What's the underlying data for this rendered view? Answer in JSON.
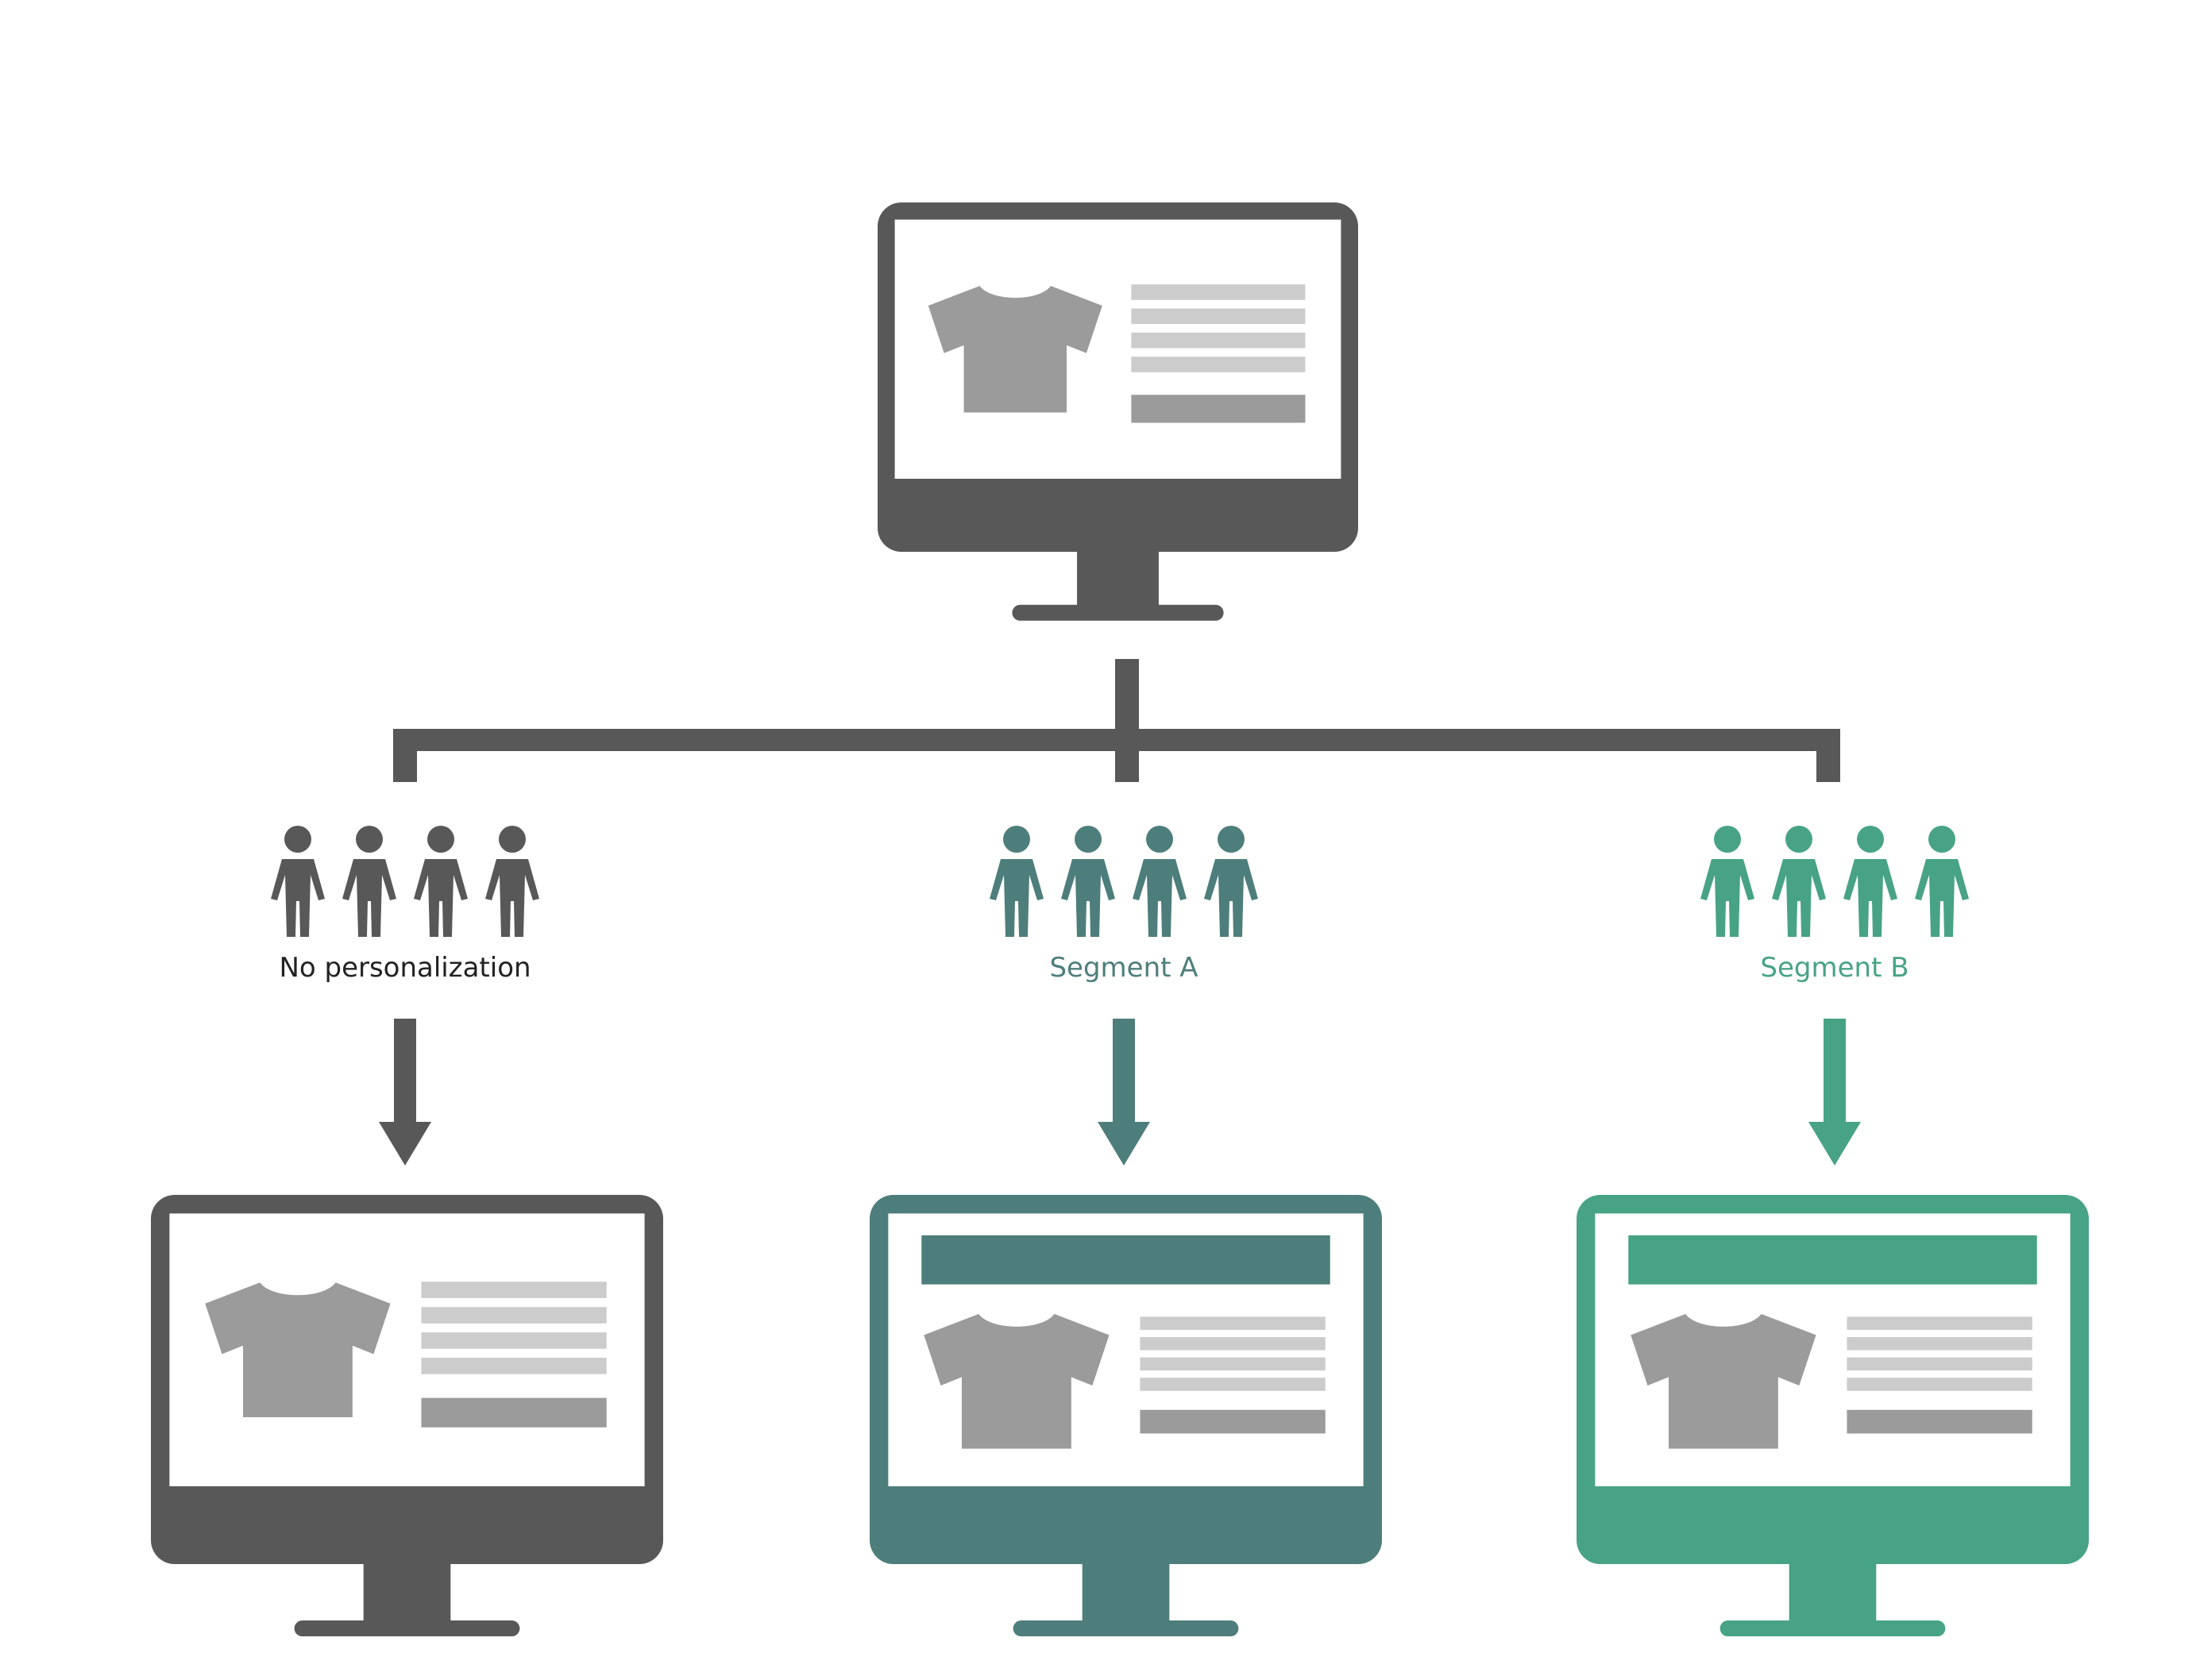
{
  "colors": {
    "dark": "#585858",
    "teal": "#4e7e7b",
    "green": "#48a386",
    "shirt": "#9b9b9b",
    "text_line": "#cccccc",
    "button": "#9b9b9b",
    "label_dark": "#222222"
  },
  "source": {
    "icon": "desktop-monitor-icon",
    "content_icon": "tshirt-icon",
    "color": "dark",
    "banner": false
  },
  "branches": [
    {
      "label": "No personalization",
      "color": "dark",
      "label_color": "label_dark",
      "people_icon": "person-icon",
      "people_count": 4,
      "monitor_banner": false
    },
    {
      "label": "Segment A",
      "color": "teal",
      "label_color": "teal",
      "people_icon": "person-icon",
      "people_count": 4,
      "monitor_banner": true
    },
    {
      "label": "Segment B",
      "color": "green",
      "label_color": "green",
      "people_icon": "person-icon",
      "people_count": 4,
      "monitor_banner": true
    }
  ]
}
